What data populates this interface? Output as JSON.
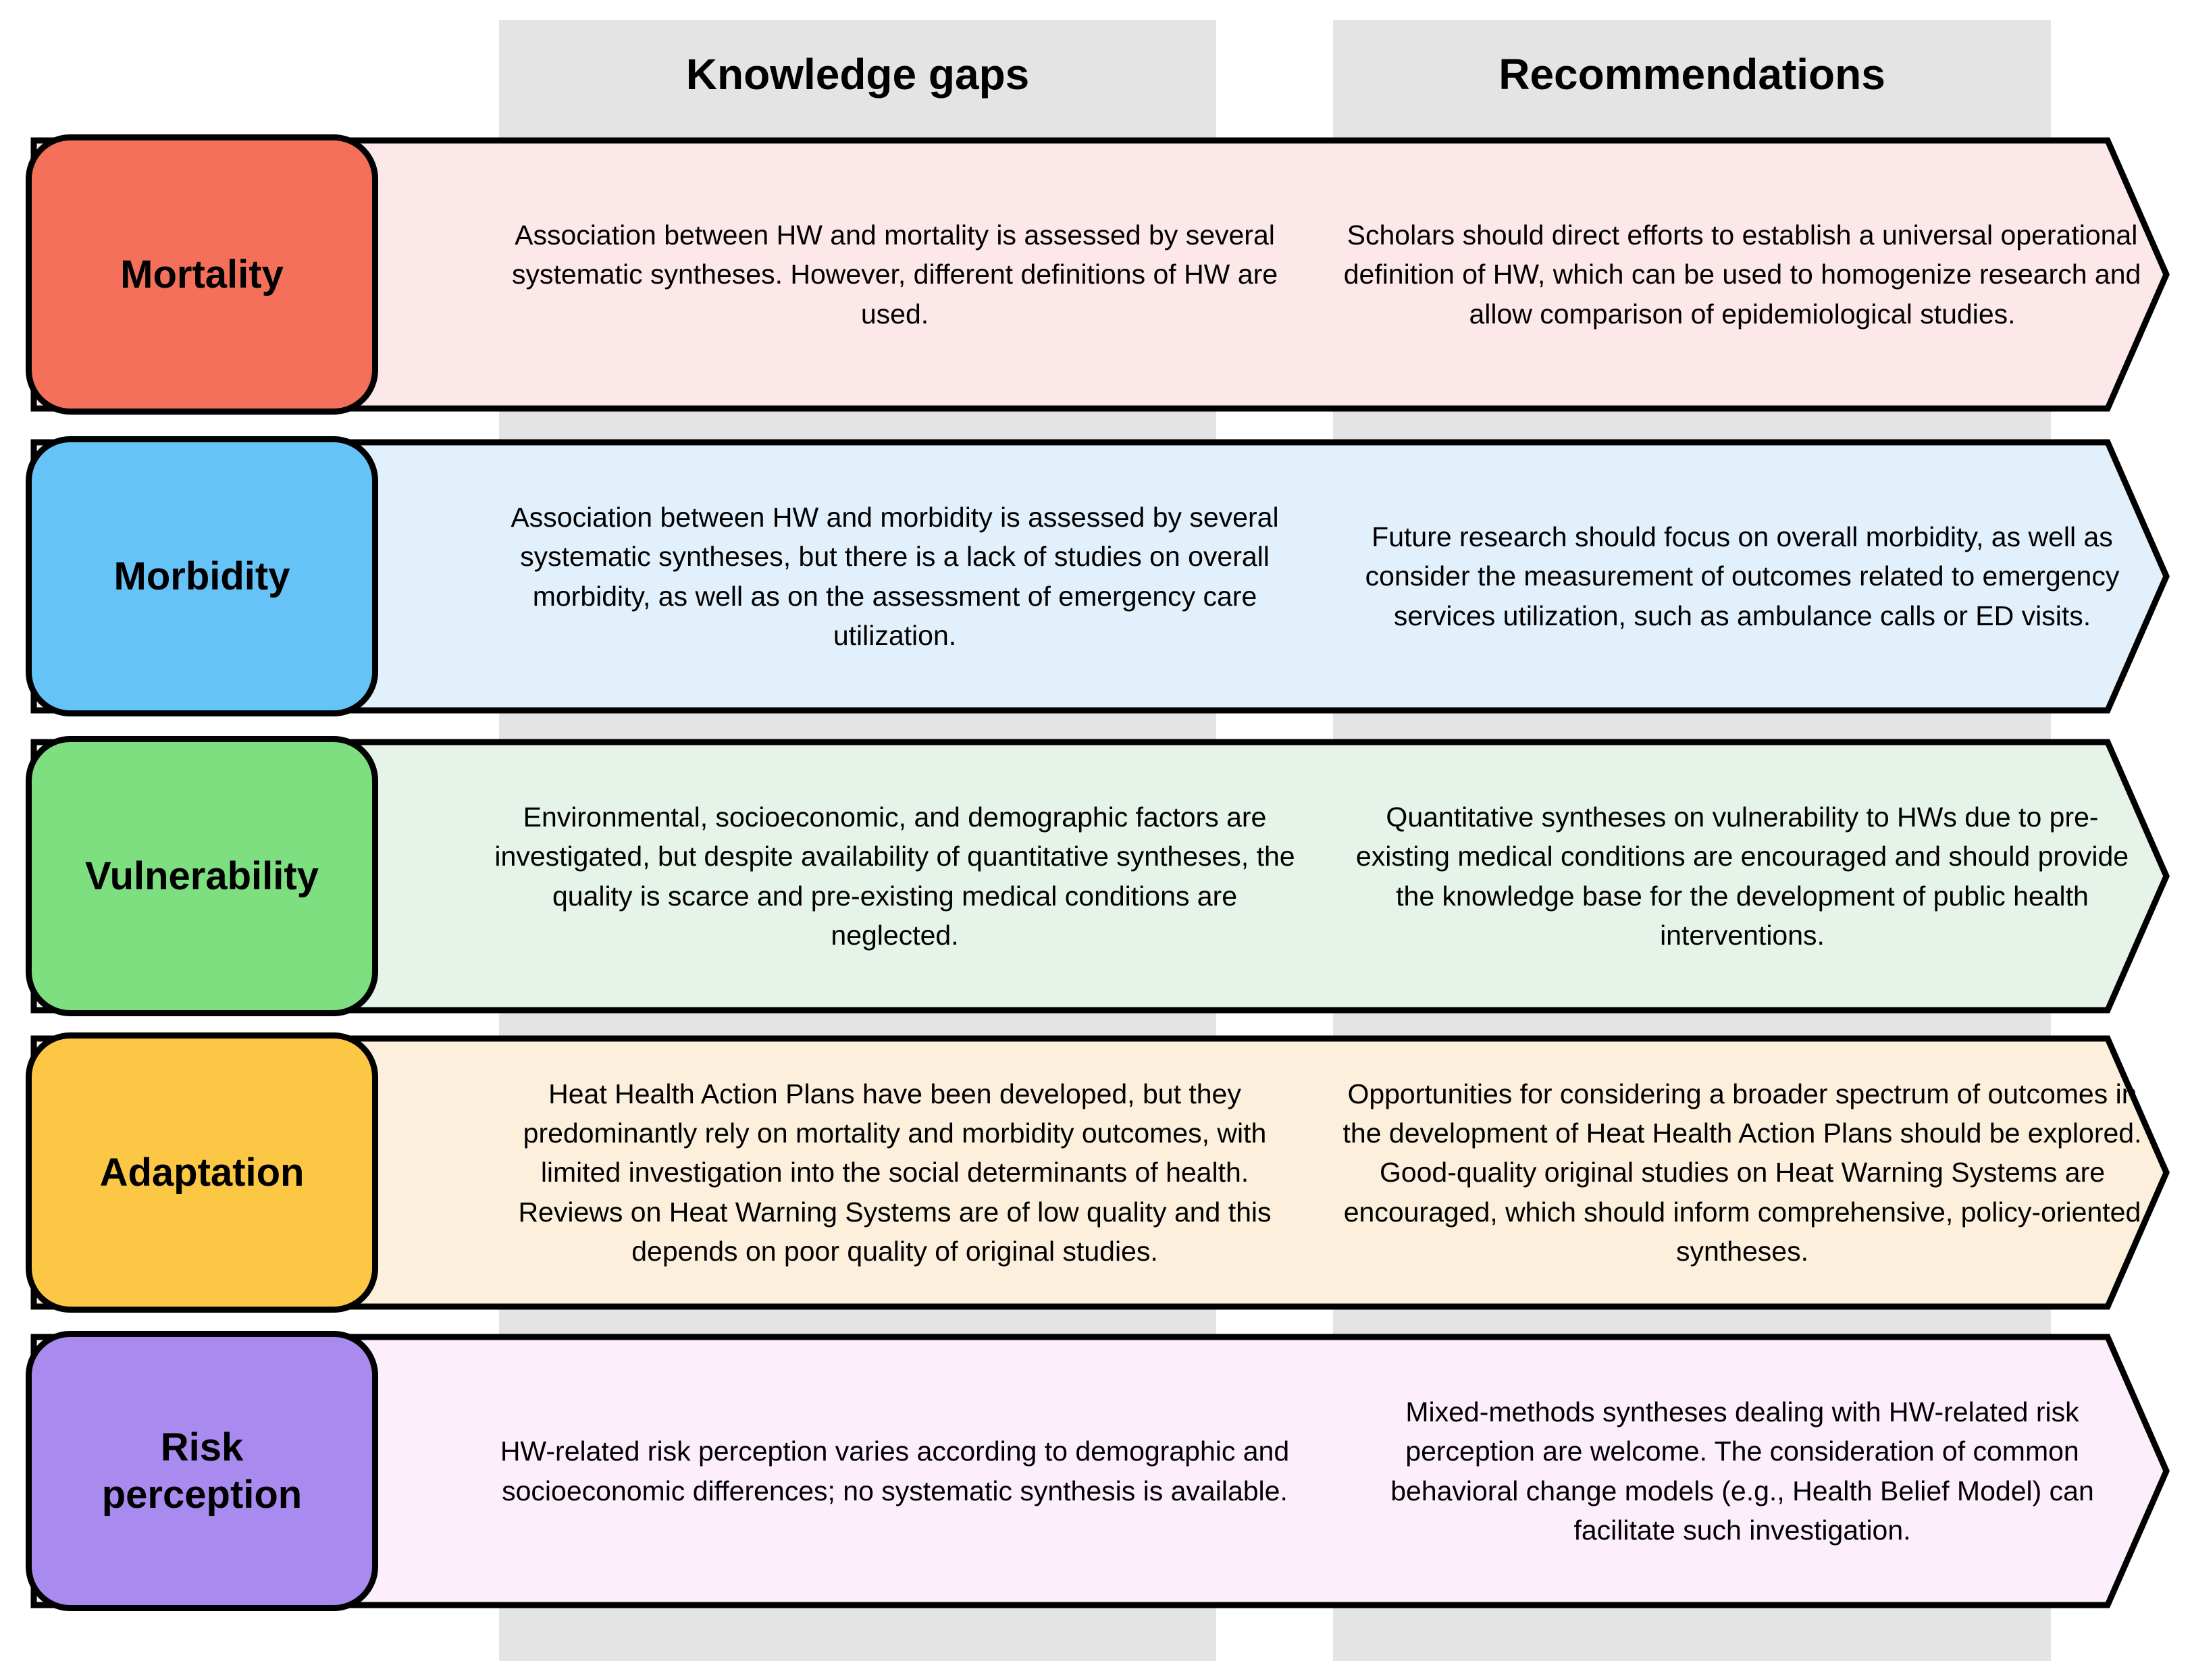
{
  "header": {
    "col1": "Knowledge gaps",
    "col2": "Recommendations"
  },
  "colors": {
    "column_bg": "#E4E4E4",
    "border": "#000000",
    "page_bg": "#FFFFFF"
  },
  "rows": [
    {
      "label": "Mortality",
      "label_color": "#F4705A",
      "band_color": "#FDE8E9",
      "gap": "Association between HW and mortality is assessed by several systematic syntheses. However, different definitions of HW are used.",
      "recommendation": "Scholars should direct efforts to establish a universal operational definition of HW, which can be used to homogenize research and allow comparison of epidemiological studies."
    },
    {
      "label": "Morbidity",
      "label_color": "#66C3F8",
      "band_color": "#E2F0FB",
      "gap": "Association between HW and morbidity is assessed by several systematic syntheses, but there is a lack of studies on overall morbidity, as well as on the assessment of emergency care utilization.",
      "recommendation": "Future research should focus on overall morbidity, as well as consider the measurement of outcomes related to emergency services utilization, such as ambulance calls or ED visits."
    },
    {
      "label": "Vulnerability",
      "label_color": "#7EDF80",
      "band_color": "#E6F3E8",
      "gap": "Environmental, socioeconomic, and demographic factors are investigated, but despite availability of quantitative syntheses, the quality is scarce and pre-existing medical conditions are neglected.",
      "recommendation": "Quantitative syntheses on vulnerability to HWs due to pre-existing medical conditions are encouraged and should provide the knowledge base for the development of public health interventions."
    },
    {
      "label": "Adaptation",
      "label_color": "#FDC746",
      "band_color": "#FCF0DD",
      "gap": "Heat Health Action Plans have been developed, but they predominantly rely on mortality and morbidity outcomes, with limited investigation into the social determinants of health. Reviews on Heat Warning Systems are of low quality and this depends on poor quality of original studies.",
      "recommendation": "Opportunities for considering a broader spectrum of outcomes in the development of Heat Health Action Plans should be explored. Good-quality original studies on Heat Warning Systems are encouraged, which should inform comprehensive, policy-oriented syntheses."
    },
    {
      "label": "Risk perception",
      "label_color": "#A98BF0",
      "band_color": "#FCEFFB",
      "gap": "HW-related risk perception varies according to demographic and socioeconomic differences; no systematic synthesis is available.",
      "recommendation": "Mixed-methods syntheses dealing with HW-related risk perception are welcome. The consideration of common behavioral change models (e.g., Health Belief Model) can facilitate such investigation."
    }
  ]
}
